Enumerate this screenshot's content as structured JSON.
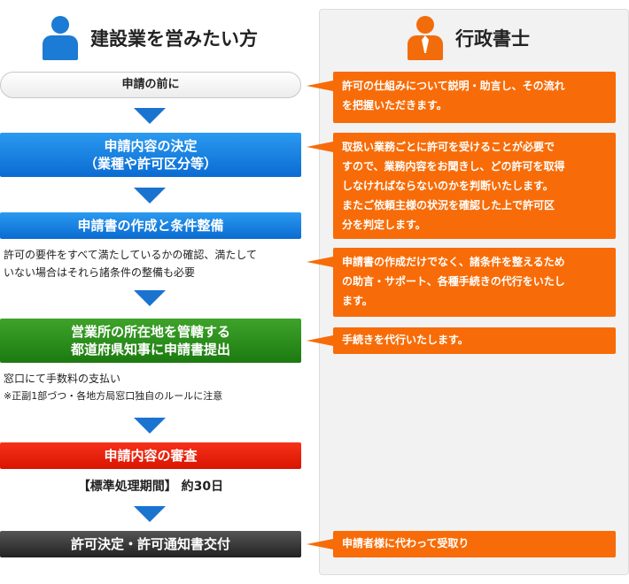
{
  "applicant": {
    "title": "建設業を営みたい方"
  },
  "scrivener": {
    "title": "行政書士"
  },
  "steps": [
    {
      "label": "申請の前に"
    },
    {
      "label_line1": "申請内容の決定",
      "label_line2": "（業種や許可区分等）"
    },
    {
      "label": "申請書の作成と条件整備"
    },
    {
      "label_line1": "営業所の所在地を管轄する",
      "label_line2": "都道府県知事に申請書提出"
    },
    {
      "label": "申請内容の審査"
    },
    {
      "label": "許可決定・許可通知書交付"
    }
  ],
  "notes": {
    "requirements_line1": "許可の要件をすべて満たしているかの確認、満たして",
    "requirements_line2": "いない場合はそれら諸条件の整備も必要",
    "fee": "窓口にて手数料の支払い",
    "fee_note": "※正副1部づつ・各地方局窓口独自のルールに注意",
    "period": "【標準処理期間】 約30日"
  },
  "bubbles": [
    {
      "line1": "許可の仕組みについて説明・助言し、その流れ",
      "line2": "を把握いただきます。"
    },
    {
      "line1": "取扱い業務ごとに許可を受けることが必要で",
      "line2": "すので、業務内容をお聞きし、どの許可を取得",
      "line3": "しなければならないのかを判断いたします。",
      "line4": "またご依頼主様の状況を確認した上で許可区",
      "line5": "分を判定します。"
    },
    {
      "line1": "申請書の作成だけでなく、諸条件を整えるため",
      "line2": "の助言・サポート、各種手続きの代行をいたし",
      "line3": "ます。"
    },
    {
      "line1": "手続きを代行いたします。"
    },
    {
      "line1": "申請者様に代わって受取り"
    }
  ],
  "colors": {
    "blue": "#1a73cf",
    "orange": "#f76c08",
    "green": "#2a8f1c",
    "red": "#e81e08",
    "dark": "#333333"
  }
}
